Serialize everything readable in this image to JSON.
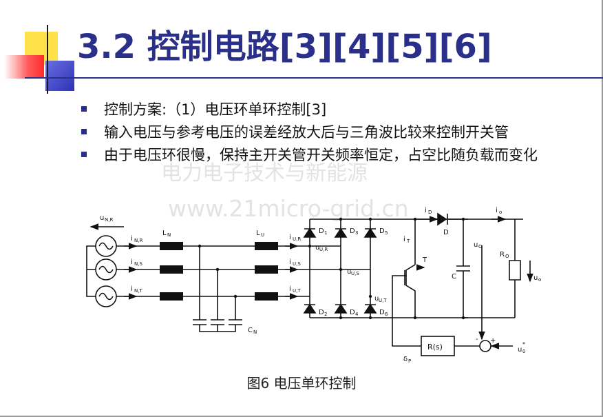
{
  "slide": {
    "title": "3.2 控制电路[3][4][5][6]",
    "bullets": [
      "控制方案:（1）电压环单环控制[3]",
      "输入电压与参考电压的误差经放大后与三角波比较来控制开关管",
      "由于电压环很慢，保持主开关管开关频率恒定，占空比随负载而变化"
    ],
    "caption": "图6 电压单环控制"
  },
  "watermark": {
    "line1": "电力电子技术与新能源",
    "line2": "www.21micro-grid.cn"
  },
  "diagram": {
    "labels": {
      "u_nr": "u",
      "u_nr_sub": "N,R",
      "i_nr": "i",
      "i_nr_sub": "N,R",
      "i_ns": "i",
      "i_ns_sub": "N,S",
      "i_nt": "i",
      "i_nt_sub": "N,T",
      "ln": "L",
      "ln_sub": "N",
      "lu": "L",
      "lu_sub": "U",
      "cn": "C",
      "cn_sub": "N",
      "i_ur": "i",
      "i_ur_sub": "U,R",
      "i_us": "i",
      "i_us_sub": "U,S",
      "i_ut": "i",
      "i_ut_sub": "U,T",
      "u_ur": "u",
      "u_ur_sub": "U,R",
      "u_us": "u",
      "u_us_sub": "U,S",
      "u_ut": "u",
      "u_ut_sub": "U,T",
      "d1": "D",
      "d1_sub": "1",
      "d2": "D",
      "d2_sub": "2",
      "d3": "D",
      "d3_sub": "3",
      "d4": "D",
      "d4_sub": "4",
      "d5": "D",
      "d5_sub": "5",
      "d6": "D",
      "d6_sub": "6",
      "i_d": "i",
      "i_d_sub": "D",
      "d": "D",
      "i_o": "i",
      "i_o_sub": "o",
      "i_t": "i",
      "i_t_sub": "T",
      "t": "T",
      "c": "C",
      "u_o_node": "u",
      "u_o_node_sub": "O",
      "r_o": "R",
      "r_o_sub": "O",
      "u_o": "u",
      "u_o_sub": "o",
      "rs": "R(s)",
      "delta_p": "δ",
      "delta_p_sub": "P",
      "u_o_ref": "u",
      "u_o_ref_sub": "0",
      "u_o_ref_sup": "*",
      "minus": "-",
      "plus": "+"
    }
  }
}
